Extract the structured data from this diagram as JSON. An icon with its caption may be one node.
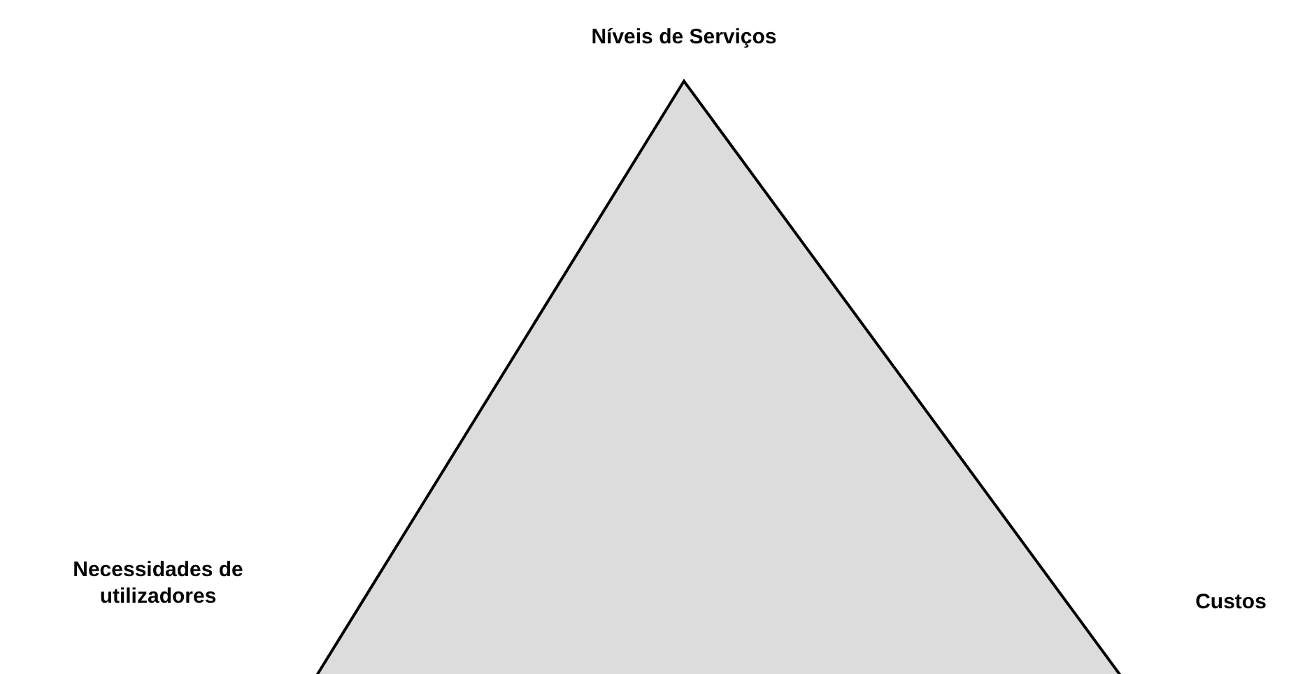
{
  "diagram": {
    "labels": [
      "Níveis de Serviços",
      "Necessidades de utilizadores",
      "Custos"
    ]
  }
}
